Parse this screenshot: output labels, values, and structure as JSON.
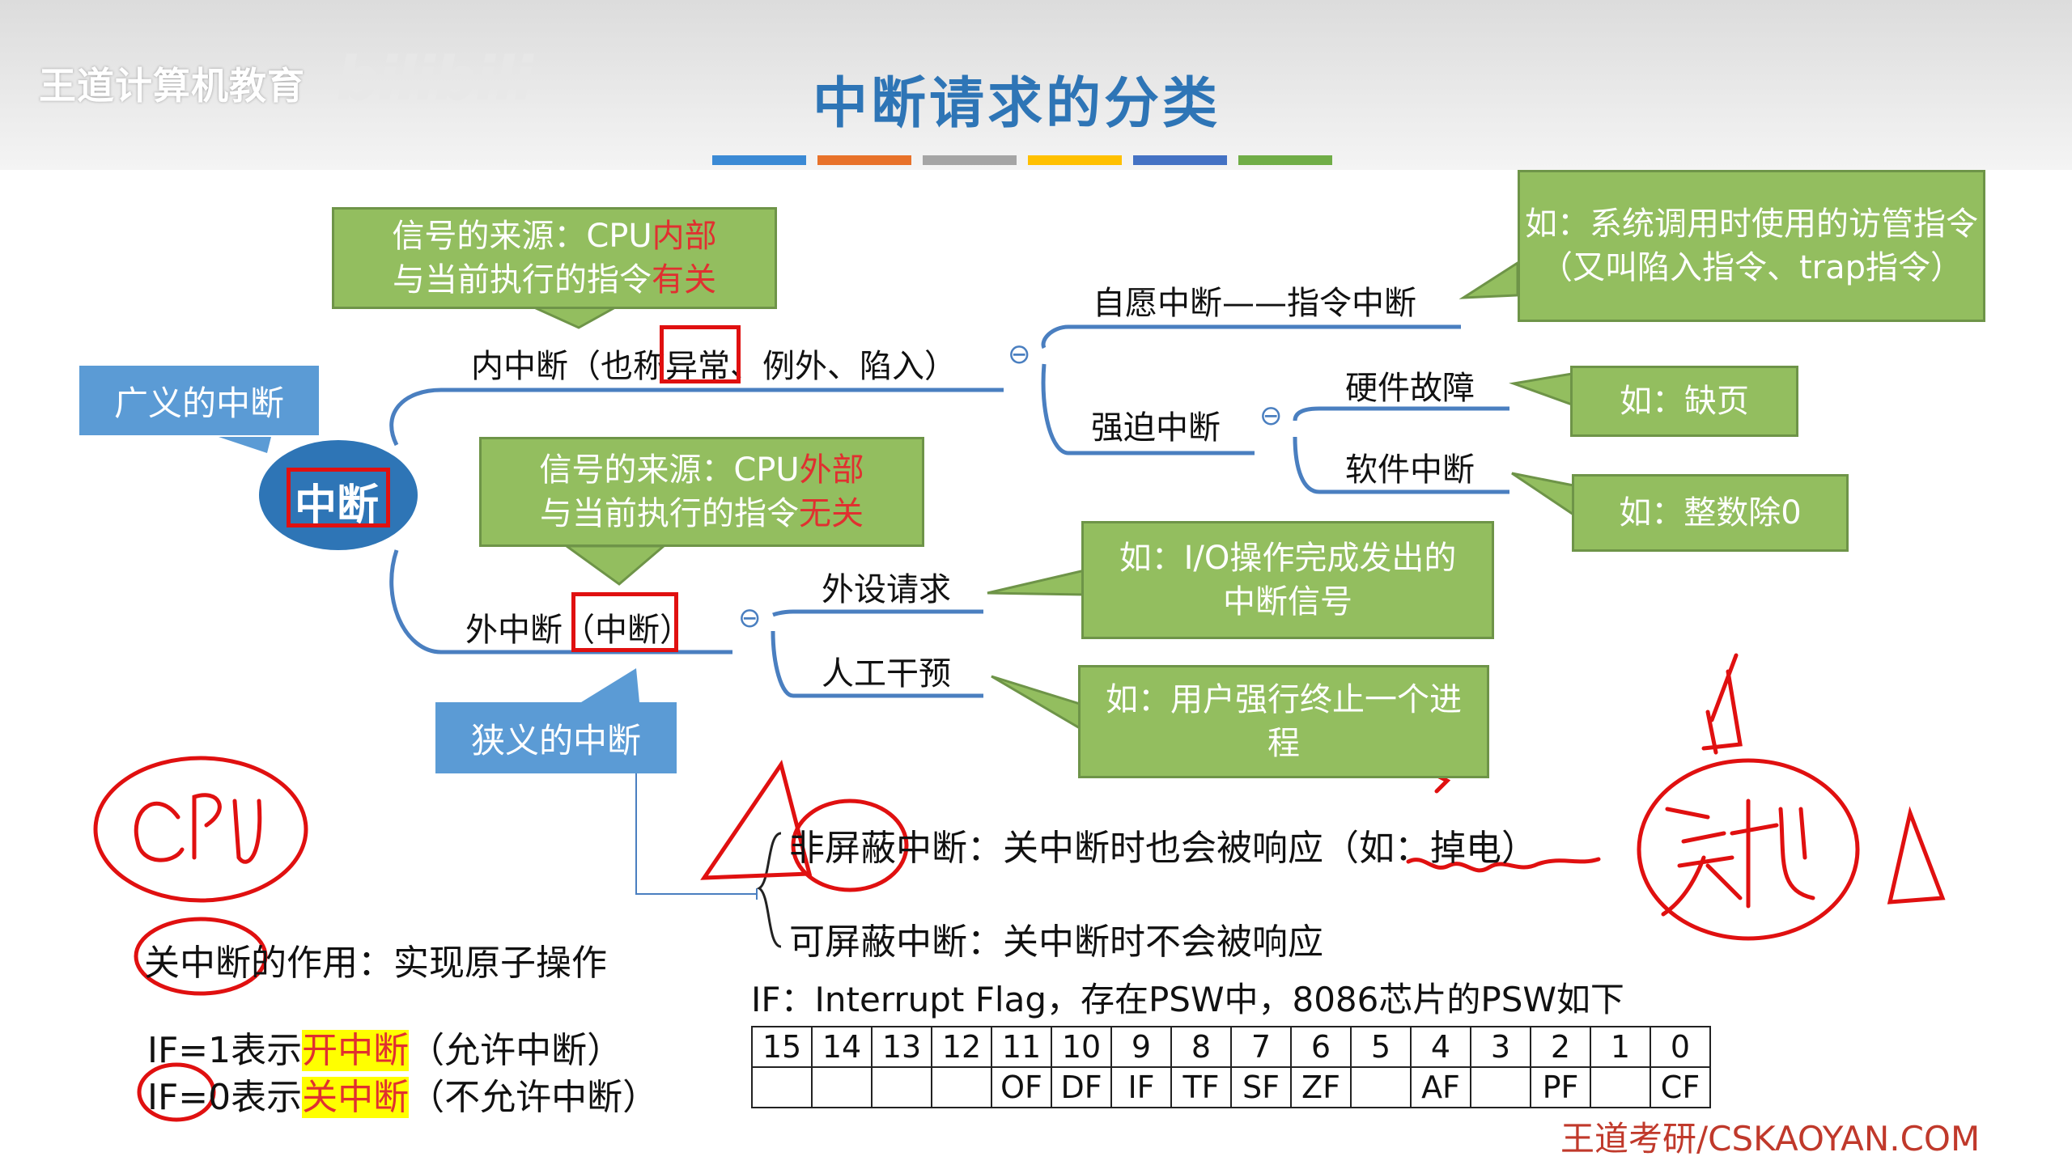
{
  "header": {
    "logo": "王道计算机教育",
    "logo_sub": "bilibili",
    "title": "中断请求的分类",
    "title_bar_colors": [
      "#3b8ad5",
      "#e8722a",
      "#a5a5a5",
      "#ffc000",
      "#4472c4",
      "#70ad47"
    ]
  },
  "mindmap": {
    "root": "中断",
    "broad_label": "广义的中断",
    "narrow_label": "狭义的中断",
    "internal": {
      "label_pre": "内中断（也称",
      "label_hl": "异常",
      "label_post": "、例外、陷入）",
      "note_line1_pre": "信号的来源：CPU",
      "note_line1_red": "内部",
      "note_line2_pre": "与当前执行的指令",
      "note_line2_red": "有关",
      "voluntary": "自愿中断——指令中断",
      "voluntary_note": "如：系统调用时使用的访管指令（又叫陷入指令、trap指令）",
      "forced": "强迫中断",
      "hardware": "硬件故障",
      "hardware_note": "如：缺页",
      "software": "软件中断",
      "software_note": "如：整数除0"
    },
    "external": {
      "label_pre": "外中断",
      "label_hl": "（中断）",
      "note_line1_pre": "信号的来源：CPU",
      "note_line1_red": "外部",
      "note_line2_pre": "与当前执行的指令",
      "note_line2_red": "无关",
      "device": "外设请求",
      "device_note": "如：I/O操作完成发出的中断信号",
      "manual": "人工干预",
      "manual_note": "如：用户强行终止一个进程"
    },
    "collapse_symbol": "⊖"
  },
  "notes": {
    "nonmaskable": "非屏蔽中断：关中断时也会被响应（如：掉电）",
    "maskable": "可屏蔽中断：关中断时不会被响应",
    "close_int_pre": "关中断",
    "close_int_post": "的作用：实现原子操作",
    "if1_pre": "IF=1表示",
    "if1_hl": "开中断",
    "if1_post": "（允许中断）",
    "if0_pre": "IF=0表示",
    "if0_hl": "关中断",
    "if0_post": "（不允许中断）",
    "if_desc": "IF：Interrupt Flag，存在PSW中，8086芯片的PSW如下"
  },
  "psw": {
    "bits": [
      "15",
      "14",
      "13",
      "12",
      "11",
      "10",
      "9",
      "8",
      "7",
      "6",
      "5",
      "4",
      "3",
      "2",
      "1",
      "0"
    ],
    "flags": [
      "",
      "",
      "",
      "",
      "OF",
      "DF",
      "IF",
      "TF",
      "SF",
      "ZF",
      "",
      "AF",
      "",
      "PF",
      "",
      "CF"
    ]
  },
  "footer": {
    "brand": "王道考研/CSKAOYAN.COM"
  }
}
